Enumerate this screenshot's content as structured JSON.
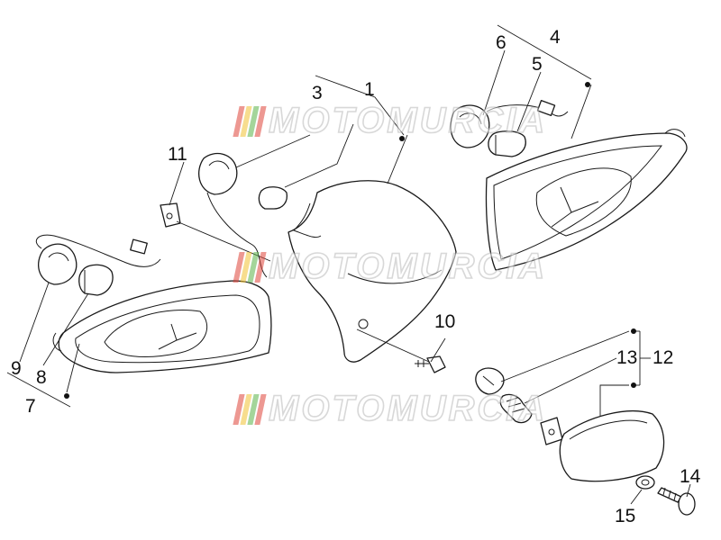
{
  "watermark": {
    "text": "MOTOMURCIA",
    "stripe_colors": [
      "#e0443a",
      "#f2c232",
      "#5bb349",
      "#e0443a"
    ]
  },
  "callouts": [
    {
      "id": "1",
      "label": "1"
    },
    {
      "id": "3",
      "label": "3"
    },
    {
      "id": "4",
      "label": "4"
    },
    {
      "id": "5",
      "label": "5"
    },
    {
      "id": "6",
      "label": "6"
    },
    {
      "id": "7",
      "label": "7"
    },
    {
      "id": "8",
      "label": "8"
    },
    {
      "id": "9",
      "label": "9"
    },
    {
      "id": "10",
      "label": "10"
    },
    {
      "id": "11",
      "label": "11"
    },
    {
      "id": "12",
      "label": "12"
    },
    {
      "id": "13",
      "label": "13"
    },
    {
      "id": "14",
      "label": "14"
    },
    {
      "id": "15",
      "label": "15"
    }
  ]
}
